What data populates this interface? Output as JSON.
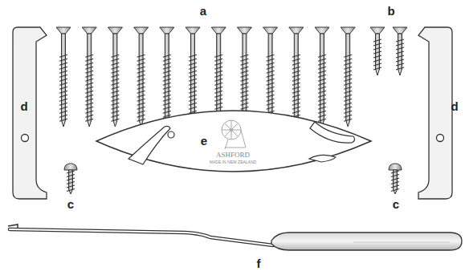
{
  "diagram": {
    "labels": [
      "a",
      "b",
      "d",
      "d",
      "ASHFORD",
      "MADE IN NEW ZEALAND",
      "e",
      "c",
      "c",
      "f"
    ]
  }
}
